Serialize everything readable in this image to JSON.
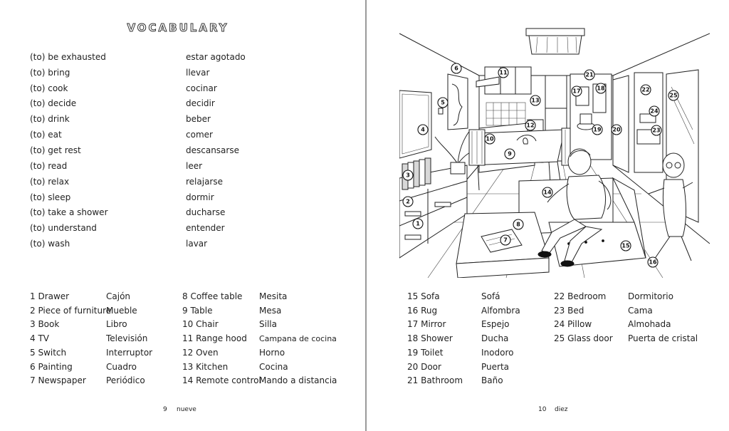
{
  "left_page": {
    "title": "VOCABULARY",
    "verbs": [
      {
        "en": "(to) be exhausted",
        "es": "estar agotado"
      },
      {
        "en": "(to) bring",
        "es": "llevar"
      },
      {
        "en": "(to) cook",
        "es": "cocinar"
      },
      {
        "en": "(to) decide",
        "es": "decidir"
      },
      {
        "en": "(to) drink",
        "es": "beber"
      },
      {
        "en": "(to) eat",
        "es": "comer"
      },
      {
        "en": "(to) get rest",
        "es": "descansarse"
      },
      {
        "en": "(to) read",
        "es": "leer"
      },
      {
        "en": "(to) relax",
        "es": "relajarse"
      },
      {
        "en": "(to) sleep",
        "es": "dormir"
      },
      {
        "en": "(to) take a shower",
        "es": "ducharse"
      },
      {
        "en": "(to) understand",
        "es": "entender"
      },
      {
        "en": "(to) wash",
        "es": "lavar"
      }
    ],
    "glossary_col1": [
      {
        "en": "1 Drawer",
        "es": "Cajón"
      },
      {
        "en": "2 Piece of furniture",
        "es": "Mueble"
      },
      {
        "en": "3 Book",
        "es": "Libro"
      },
      {
        "en": "4 TV",
        "es": "Televisión"
      },
      {
        "en": "5 Switch",
        "es": "Interruptor"
      },
      {
        "en": "6 Painting",
        "es": "Cuadro"
      },
      {
        "en": "7 Newspaper",
        "es": "Periódico"
      }
    ],
    "glossary_col2": [
      {
        "en": "8  Coffee table",
        "es": "Mesita"
      },
      {
        "en": "9  Table",
        "es": "Mesa"
      },
      {
        "en": "10 Chair",
        "es": "Silla"
      },
      {
        "en": "11 Range hood",
        "es": "Campana de cocina"
      },
      {
        "en": "12 Oven",
        "es": "Horno"
      },
      {
        "en": "13 Kitchen",
        "es": "Cocina"
      },
      {
        "en": "14 Remote control",
        "es": "Mando a distancia"
      }
    ],
    "page_number": "9",
    "page_word": "nueve"
  },
  "right_page": {
    "callouts": [
      "1",
      "2",
      "3",
      "4",
      "5",
      "6",
      "7",
      "8",
      "9",
      "10",
      "11",
      "12",
      "13",
      "14",
      "15",
      "16",
      "17",
      "18",
      "19",
      "20",
      "21",
      "22",
      "23",
      "24",
      "25"
    ],
    "glossary_col1": [
      {
        "en": "15 Sofa",
        "es": "Sofá"
      },
      {
        "en": "16 Rug",
        "es": "Alfombra"
      },
      {
        "en": "17 Mirror",
        "es": "Espejo"
      },
      {
        "en": "18 Shower",
        "es": "Ducha"
      },
      {
        "en": "19 Toilet",
        "es": "Inodoro"
      },
      {
        "en": "20 Door",
        "es": "Puerta"
      },
      {
        "en": "21 Bathroom",
        "es": "Baño"
      }
    ],
    "glossary_col2": [
      {
        "en": "22 Bedroom",
        "es": "Dormitorio"
      },
      {
        "en": "23 Bed",
        "es": "Cama"
      },
      {
        "en": "24 Pillow",
        "es": "Almohada"
      },
      {
        "en": "25 Glass door",
        "es": "Puerta de cristal"
      }
    ],
    "page_number": "10",
    "page_word": "diez"
  }
}
